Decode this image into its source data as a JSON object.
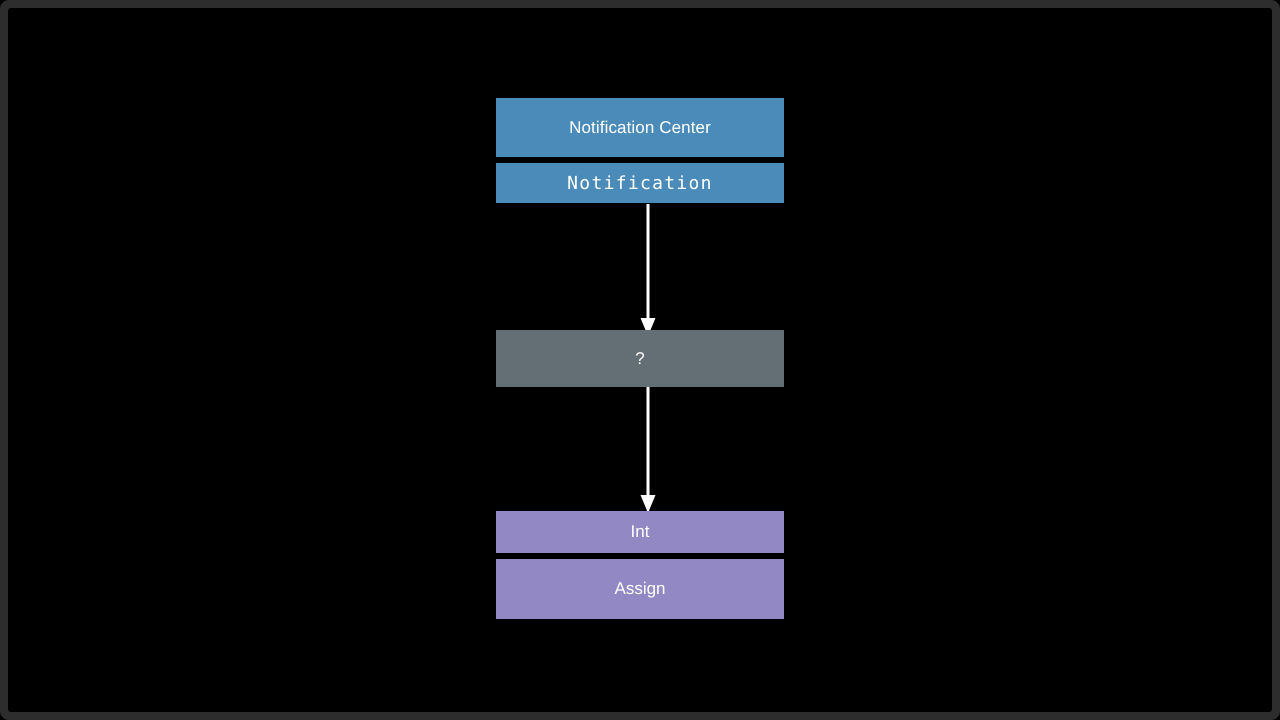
{
  "diagram": {
    "type": "flow-graph",
    "background_color": "#000000",
    "frame_color": "#2d2d2d",
    "nodes": [
      {
        "id": "notification",
        "title": "Notification Center",
        "type_label": "Notification",
        "color": "#4a8bba",
        "shape": "rectangle"
      },
      {
        "id": "unknown",
        "title": "?",
        "color": "#646e75",
        "shape": "rectangle"
      },
      {
        "id": "assign",
        "type_label": "Int",
        "title": "Assign",
        "color": "#9188c4",
        "shape": "rectangle"
      }
    ],
    "edges": [
      {
        "id": "edge-1",
        "from": "notification",
        "to": "unknown",
        "style": "arrow-down",
        "color": "#ffffff"
      },
      {
        "id": "edge-2",
        "from": "unknown",
        "to": "assign",
        "style": "arrow-down",
        "color": "#ffffff"
      }
    ]
  }
}
